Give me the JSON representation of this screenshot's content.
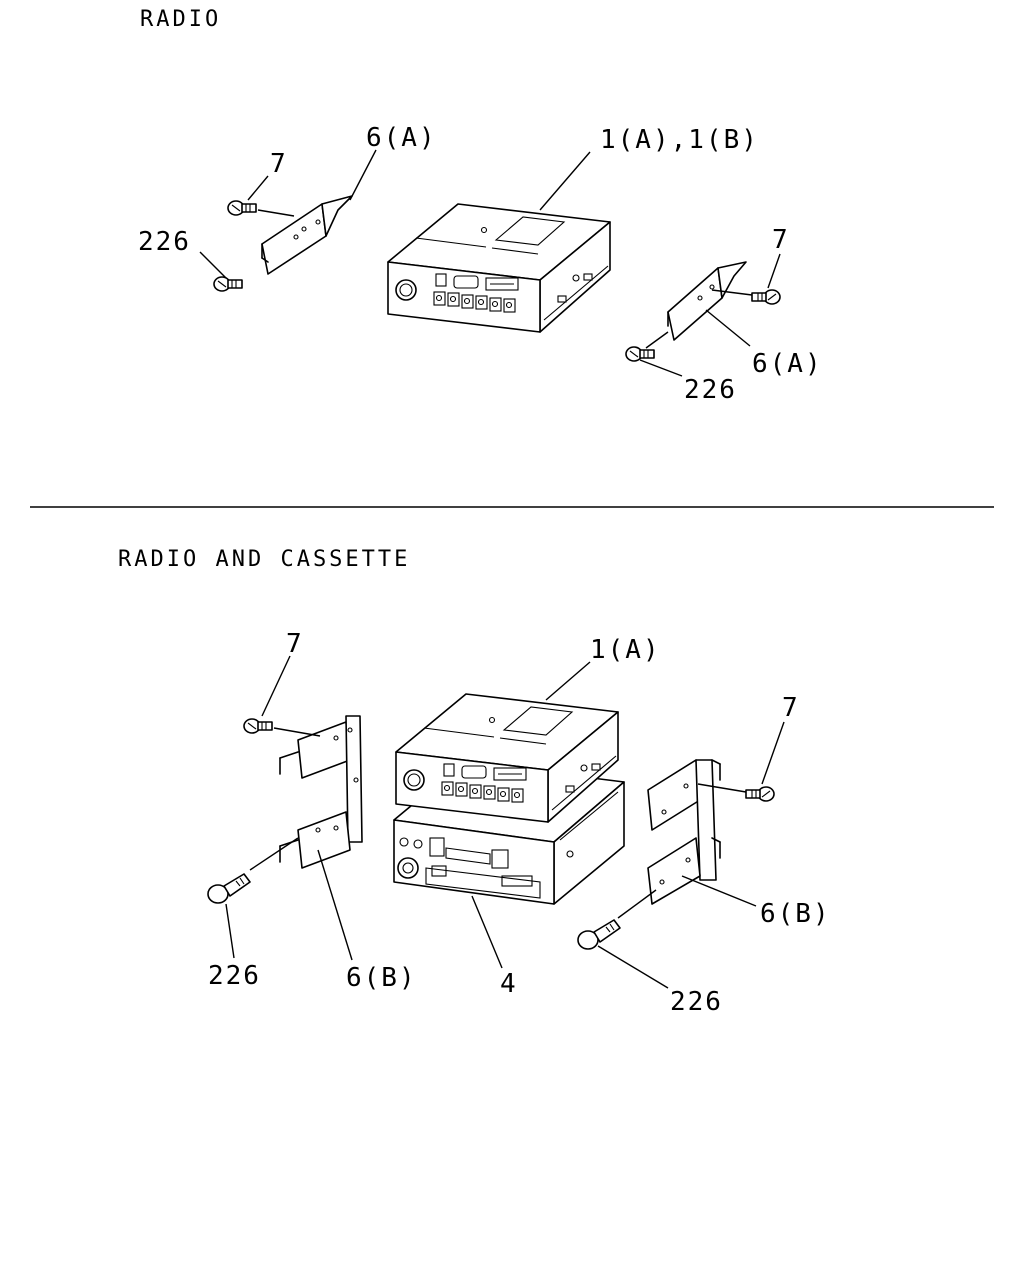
{
  "sections": [
    {
      "title": "RADIO",
      "callouts": {
        "unit": "1(A),1(B)",
        "bracket_left": "6(A)",
        "bracket_right": "6(A)",
        "screw_left_top": "7",
        "screw_left_bottom": "226",
        "screw_right_top": "7",
        "screw_right_bottom": "226"
      }
    },
    {
      "title": "RADIO AND CASSETTE",
      "callouts": {
        "radio": "1(A)",
        "cassette": "4",
        "bracket_left": "6(B)",
        "bracket_right": "6(B)",
        "screw_left_top": "7",
        "screw_left_bottom": "226",
        "screw_right_top": "7",
        "screw_right_bottom": "226"
      }
    }
  ]
}
